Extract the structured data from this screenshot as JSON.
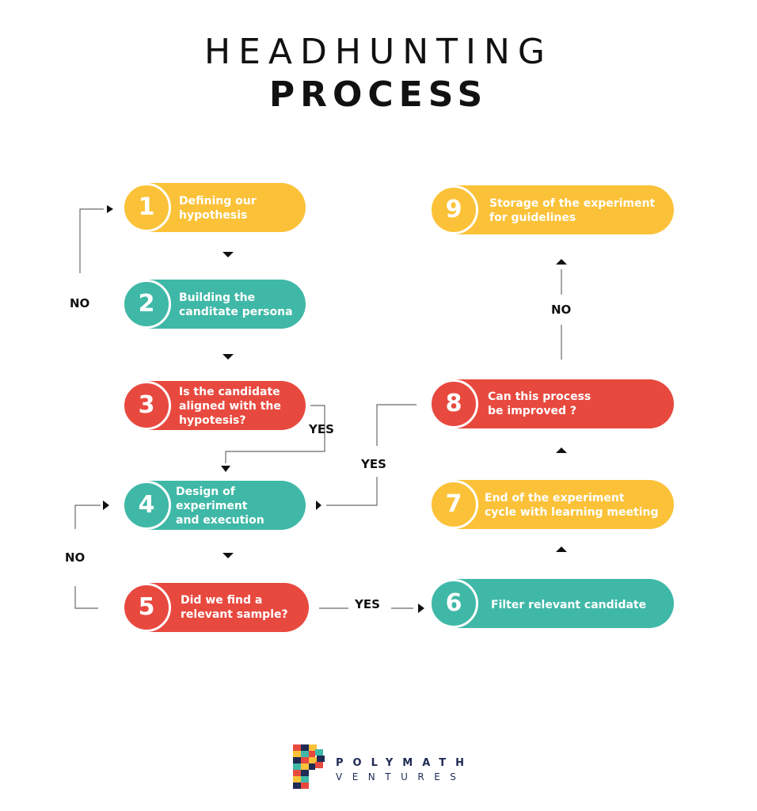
{
  "title": {
    "line1": "HEADHUNTING",
    "line2": "PROCESS"
  },
  "colors": {
    "yellow": "#fbc239",
    "teal": "#3fb8a7",
    "red": "#e8493f",
    "line": "#6b6b6b"
  },
  "steps": [
    {
      "number": "1",
      "label": "Defining our\nhypothesis",
      "color": "yellow"
    },
    {
      "number": "2",
      "label": "Building the\ncanditate persona",
      "color": "teal"
    },
    {
      "number": "3",
      "label": "Is the candidate\naligned with the\nhypotesis?",
      "color": "red"
    },
    {
      "number": "4",
      "label": "Design of\nexperiment\nand execution",
      "color": "teal"
    },
    {
      "number": "5",
      "label": "Did we find a\nrelevant sample?",
      "color": "red"
    },
    {
      "number": "6",
      "label": "Filter relevant candidate",
      "color": "teal"
    },
    {
      "number": "7",
      "label": "End of the experiment\ncycle with learning meeting",
      "color": "yellow"
    },
    {
      "number": "8",
      "label": "Can this process\nbe improved ?",
      "color": "red"
    },
    {
      "number": "9",
      "label": "Storage of the experiment\nfor guidelines",
      "color": "yellow"
    }
  ],
  "connectors": {
    "no_2_to_1": "NO",
    "yes_3_to_4": "YES",
    "no_5_to_4": "NO",
    "yes_5_to_6": "YES",
    "yes_8_to_4": "YES",
    "no_8_to_9": "NO"
  },
  "brand": {
    "line1": "POLYMATH",
    "line2": "VENTURES",
    "logo": "polymath-p-logo"
  }
}
